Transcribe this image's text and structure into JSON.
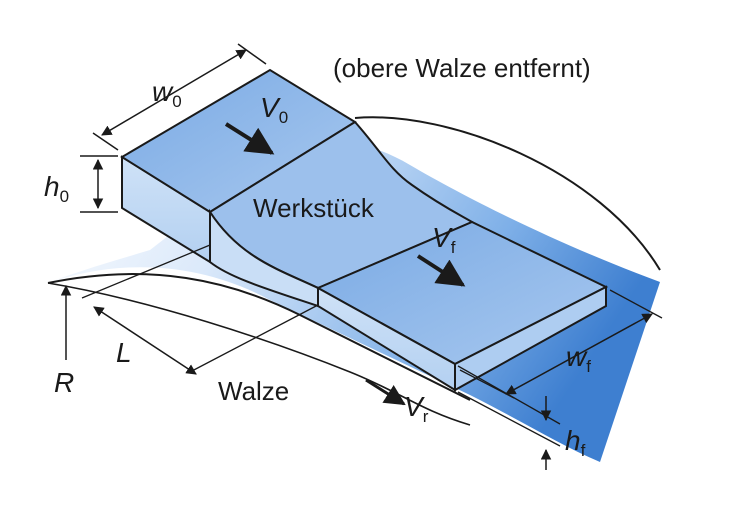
{
  "diagram": {
    "note": "(obere Walze entfernt)",
    "workpiece_label": "Werkstück",
    "roll_label": "Walze",
    "symbols": {
      "w0": {
        "base": "w",
        "sub": "0"
      },
      "V0": {
        "base": "V",
        "sub": "0"
      },
      "h0": {
        "base": "h",
        "sub": "0"
      },
      "Vf": {
        "base": "V",
        "sub": "f"
      },
      "wf": {
        "base": "w",
        "sub": "f"
      },
      "hf": {
        "base": "h",
        "sub": "f"
      },
      "Vr": {
        "base": "V",
        "sub": "r"
      },
      "L": "L",
      "R": "R"
    },
    "colors": {
      "roll_dark": "#3f7fd1",
      "roll_light": "#e6f0fb",
      "top_face": "#8db7e8",
      "top_face_light": "#a9c9f0",
      "side_face": "#c5dcf5",
      "line": "#1a1a1a"
    }
  }
}
